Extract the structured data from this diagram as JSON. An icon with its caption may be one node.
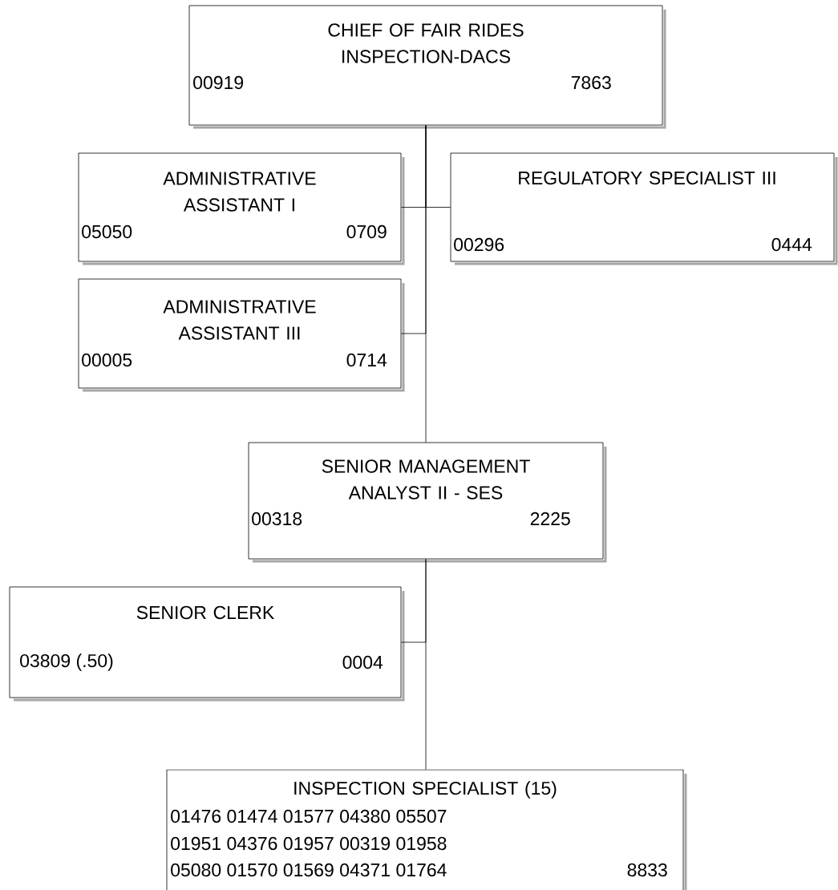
{
  "diagram": {
    "nodes": [
      {
        "text": [
          "CHIEF OF FAIR RIDES INSPECTION-DACS",
          "00919",
          "7863"
        ]
      },
      {
        "text": [
          "ADMINISTRATIVE ASSISTANT I",
          "05050",
          "0709"
        ]
      },
      {
        "text": [
          "REGULATORY SPECIALIST III",
          "00296",
          "0444"
        ]
      },
      {
        "text": [
          "ADMINISTRATIVE ASSISTANT III",
          "00005",
          "0714"
        ]
      },
      {
        "text": [
          "SENIOR MANAGEMENT ANALYST II - SES",
          "00318",
          "2225"
        ]
      },
      {
        "text": [
          "SENIOR CLERK",
          "03809 (.50)",
          "0004"
        ]
      },
      {
        "text": [
          "INSPECTION SPECIALIST (15)",
          "01476 01474 01577 04380 05507",
          "01951 04376 01957 00319 01958",
          "05080 01570 01569 04371 01764",
          "8833"
        ]
      }
    ],
    "edges": [
      {
        "from": 0,
        "to": 1,
        "arrow": "none"
      },
      {
        "from": 0,
        "to": 2,
        "arrow": "none"
      },
      {
        "from": 0,
        "to": 3,
        "arrow": "none"
      },
      {
        "from": 0,
        "to": 4,
        "arrow": "none"
      },
      {
        "from": 4,
        "to": 5,
        "arrow": "none"
      },
      {
        "from": 4,
        "to": 6,
        "arrow": "none"
      }
    ]
  }
}
